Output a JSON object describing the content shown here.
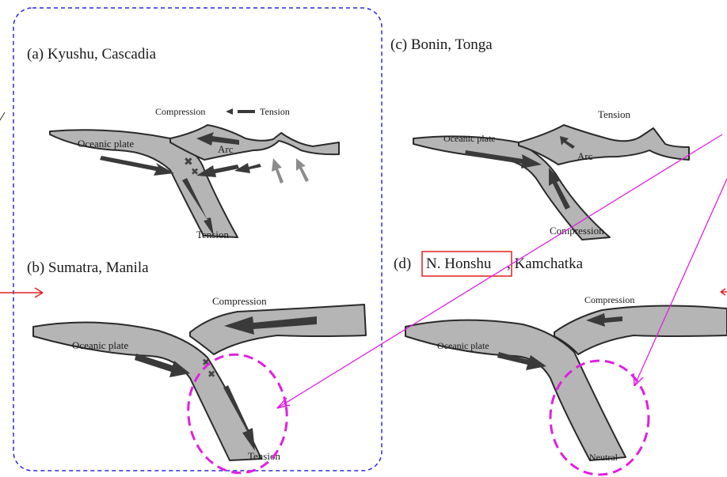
{
  "panels": {
    "a": {
      "title": "(a) Kyushu, Cascadia",
      "compression": "Compression",
      "tension_top": "Tension",
      "plate": "Oceanic plate",
      "arc": "Arc",
      "tension_bottom": "Tension"
    },
    "b": {
      "title": "(b) Sumatra, Manila",
      "compression": "Compression",
      "plate": "Oceanic plate",
      "tension_bottom": "Tension"
    },
    "c": {
      "title": "(c) Bonin, Tonga",
      "tension_top": "Tension",
      "plate": "Oceanic plate",
      "arc": "Arc",
      "compression_bottom": "Compression"
    },
    "d": {
      "title_prefix": "(d)",
      "title_highlight": "N. Honshu",
      "title_suffix": ", Kamchatka",
      "compression": "Compression",
      "plate": "Oceanic plate",
      "neutral_bottom": "Neutral"
    }
  },
  "colors": {
    "dashed_box": "#2a2ad6",
    "highlight_box": "#e02020",
    "ellipse": "#e020e0",
    "pointer_magenta": "#e020e0",
    "pointer_red": "#e02020",
    "plate_fill": "#b5b5b5"
  }
}
